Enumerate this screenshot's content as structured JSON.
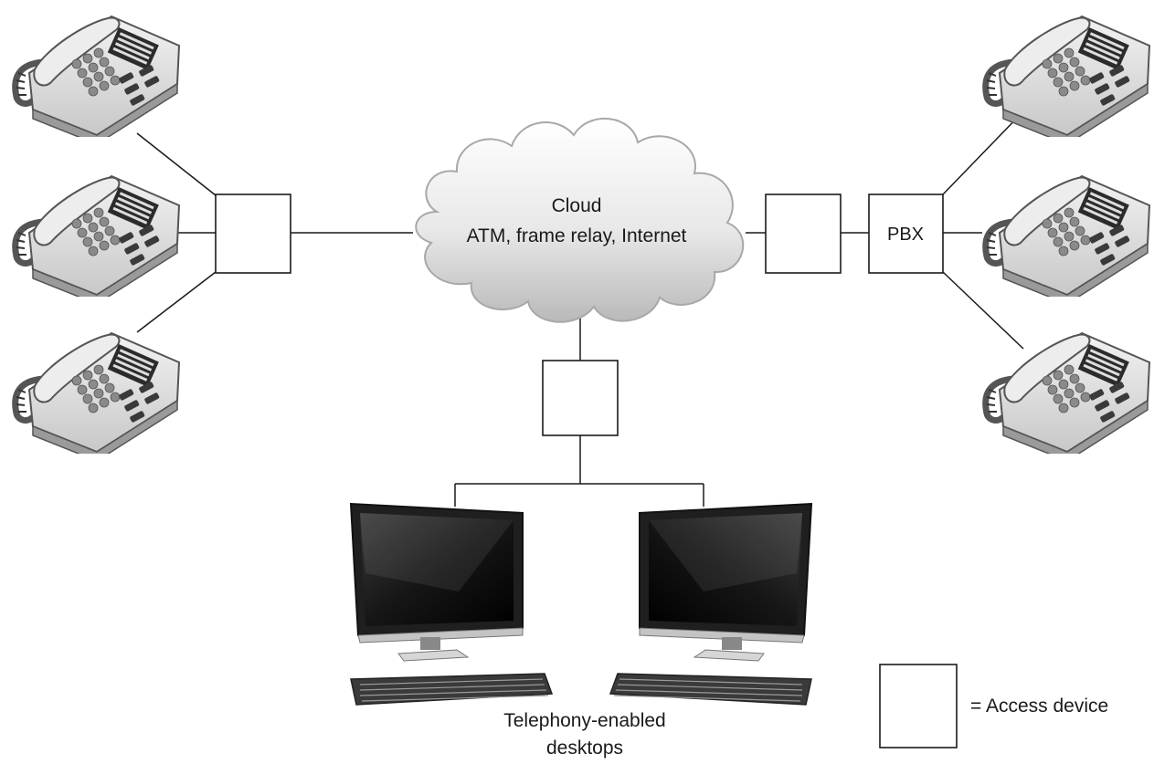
{
  "cloud": {
    "title": "Cloud",
    "subtitle": "ATM, frame relay, Internet"
  },
  "pbx": {
    "label": "PBX"
  },
  "desktops": {
    "line1": "Telephony-enabled",
    "line2": "desktops"
  },
  "legend": {
    "text": "= Access device"
  },
  "colors": {
    "line": "#1a1a1a",
    "cloud_fill": "#e4e4e4",
    "phone_body": "#dcdcdc",
    "monitor_frame": "#222222"
  }
}
